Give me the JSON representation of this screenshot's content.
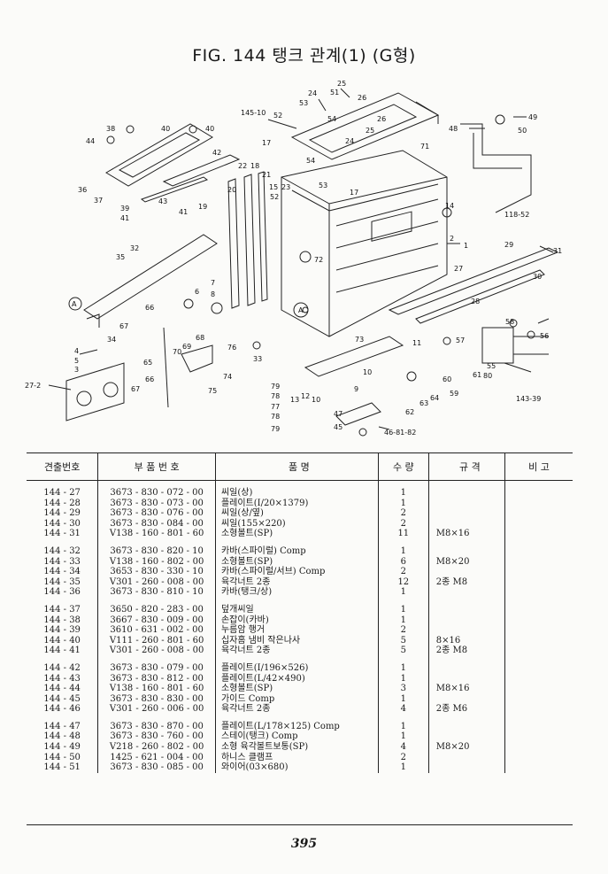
{
  "title": "FIG. 144 탱크 관계(1) (G형)",
  "diagram": {
    "callouts": [
      "145-10",
      "52",
      "53",
      "24",
      "51",
      "25",
      "26",
      "54",
      "38",
      "40",
      "40",
      "44",
      "48",
      "49",
      "50",
      "71",
      "17",
      "24",
      "25",
      "26",
      "42",
      "36",
      "37",
      "39",
      "41",
      "43",
      "41",
      "19",
      "18",
      "22",
      "20",
      "21",
      "15",
      "54",
      "53",
      "23",
      "52",
      "17",
      "14",
      "118-52",
      "35",
      "32",
      "2",
      "1",
      "72",
      "29",
      "27",
      "28",
      "31",
      "30",
      "A",
      "67",
      "66",
      "6",
      "7",
      "8",
      "34",
      "A",
      "4",
      "5",
      "3",
      "70",
      "69",
      "68",
      "65",
      "76",
      "33",
      "73",
      "11",
      "58",
      "57",
      "56",
      "55",
      "61",
      "80",
      "27-2",
      "67",
      "66",
      "75",
      "74",
      "79",
      "78",
      "77",
      "78",
      "79",
      "13",
      "12",
      "10",
      "10",
      "9",
      "60",
      "59",
      "64",
      "63",
      "62",
      "143-39",
      "47",
      "45",
      "46-81-82"
    ]
  },
  "table": {
    "headers": [
      "견출번호",
      "부 품 번 호",
      "품          명",
      "수 량",
      "규     격",
      "비 고"
    ],
    "groups": [
      [
        {
          "no": "144 - 27",
          "part": "3673 - 830 - 072 - 00",
          "name": "씨일(상)",
          "qty": "1",
          "spec": ""
        },
        {
          "no": "144 - 28",
          "part": "3673 - 830 - 073 - 00",
          "name": "플레이트(I/20×1379)",
          "qty": "1",
          "spec": ""
        },
        {
          "no": "144 - 29",
          "part": "3673 - 830 - 076 - 00",
          "name": "씨일(상/옆)",
          "qty": "2",
          "spec": ""
        },
        {
          "no": "144 - 30",
          "part": "3673 - 830 - 084 - 00",
          "name": "씨일(155×220)",
          "qty": "2",
          "spec": ""
        },
        {
          "no": "144 - 31",
          "part": "V138 - 160 - 801 - 60",
          "name": "소형볼트(SP)",
          "qty": "11",
          "spec": "M8×16"
        }
      ],
      [
        {
          "no": "144 - 32",
          "part": "3673 - 830 - 820 - 10",
          "name": "카바(스파이럴) Comp",
          "qty": "1",
          "spec": ""
        },
        {
          "no": "144 - 33",
          "part": "V138 - 160 - 802 - 00",
          "name": "소형볼트(SP)",
          "qty": "6",
          "spec": "M8×20"
        },
        {
          "no": "144 - 34",
          "part": "3653 - 830 - 330 - 10",
          "name": "카바(스파이럴/서브) Comp",
          "qty": "2",
          "spec": ""
        },
        {
          "no": "144 - 35",
          "part": "V301 - 260 - 008 - 00",
          "name": "육각너트 2종",
          "qty": "12",
          "spec": "2종 M8"
        },
        {
          "no": "144 - 36",
          "part": "3673 - 830 - 810 - 10",
          "name": "카바(탱크/상)",
          "qty": "1",
          "spec": ""
        }
      ],
      [
        {
          "no": "144 - 37",
          "part": "3650 - 820 - 283 - 00",
          "name": "덮개씨일",
          "qty": "1",
          "spec": ""
        },
        {
          "no": "144 - 38",
          "part": "3667 - 830 - 009 - 00",
          "name": "손잡이(카바)",
          "qty": "1",
          "spec": ""
        },
        {
          "no": "144 - 39",
          "part": "3610 - 631 - 002 - 00",
          "name": "누름암 행거",
          "qty": "2",
          "spec": ""
        },
        {
          "no": "144 - 40",
          "part": "V111 - 260 - 801 - 60",
          "name": "십자홈 냄비 작은나사",
          "qty": "5",
          "spec": "8×16"
        },
        {
          "no": "144 - 41",
          "part": "V301 - 260 - 008 - 00",
          "name": "육각너트 2종",
          "qty": "5",
          "spec": "2종 M8"
        }
      ],
      [
        {
          "no": "144 - 42",
          "part": "3673 - 830 - 079 - 00",
          "name": "플레이트(I/196×526)",
          "qty": "1",
          "spec": ""
        },
        {
          "no": "144 - 43",
          "part": "3673 - 830 - 812 - 00",
          "name": "플레이트(L/42×490)",
          "qty": "1",
          "spec": ""
        },
        {
          "no": "144 - 44",
          "part": "V138 - 160 - 801 - 60",
          "name": "소형볼트(SP)",
          "qty": "3",
          "spec": "M8×16"
        },
        {
          "no": "144 - 45",
          "part": "3673 - 830 - 830 - 00",
          "name": "가이드 Comp",
          "qty": "1",
          "spec": ""
        },
        {
          "no": "144 - 46",
          "part": "V301 - 260 - 006 - 00",
          "name": "육각너트 2종",
          "qty": "4",
          "spec": "2종 M6"
        }
      ],
      [
        {
          "no": "144 - 47",
          "part": "3673 - 830 - 870 - 00",
          "name": "플레이트(L/178×125) Comp",
          "qty": "1",
          "spec": ""
        },
        {
          "no": "144 - 48",
          "part": "3673 - 830 - 760 - 00",
          "name": "스테이(탱크) Comp",
          "qty": "1",
          "spec": ""
        },
        {
          "no": "144 - 49",
          "part": "V218 - 260 - 802 - 00",
          "name": "소형 육각볼트보통(SP)",
          "qty": "4",
          "spec": "M8×20"
        },
        {
          "no": "144 - 50",
          "part": "1425 - 621 - 004 - 00",
          "name": "하니스 클램프",
          "qty": "2",
          "spec": ""
        },
        {
          "no": "144 - 51",
          "part": "3673 - 830 - 085 - 00",
          "name": "와이어(03×680)",
          "qty": "1",
          "spec": ""
        }
      ]
    ]
  },
  "page_number": "395"
}
